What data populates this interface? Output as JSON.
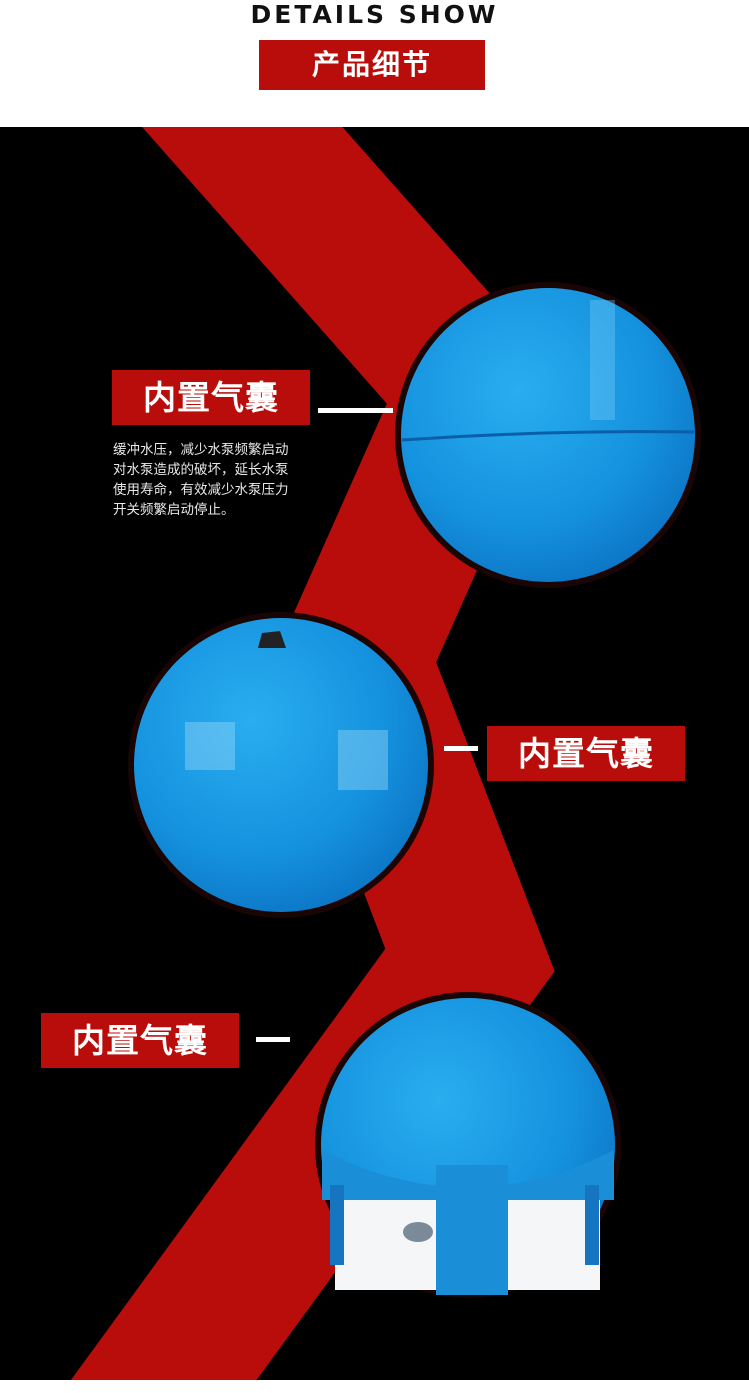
{
  "header": {
    "title_en": "DETAILS SHOW",
    "title_cn": "产品细节"
  },
  "sections": [
    {
      "label": "内置气囊",
      "description": [
        "缓冲水压，减少水泵频繁启动",
        "对水泵造成的破坏，延长水泵",
        "使用寿命，有效减少水泵压力",
        "开关频繁启动停止。"
      ]
    },
    {
      "label": "内置气囊"
    },
    {
      "label": "内置气囊"
    }
  ],
  "colors": {
    "accent_red": "#b80d0a",
    "tank_blue": "#1a9ee8",
    "background": "#000000"
  }
}
